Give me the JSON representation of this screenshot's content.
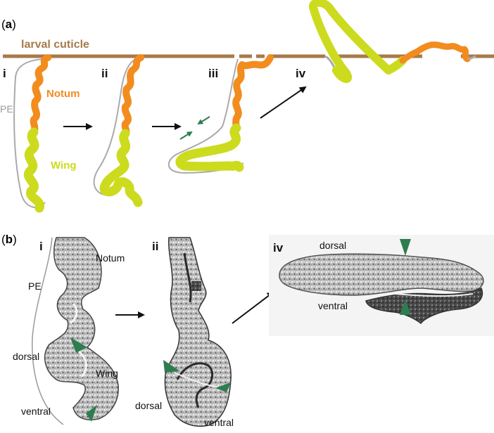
{
  "panel_a": {
    "label_open": "(",
    "label_letter": "a",
    "label_close": ")",
    "cuticle_label": "larval cuticle",
    "stages": [
      "i",
      "ii",
      "iii",
      "iv"
    ],
    "pe_label": "PE",
    "notum_label": "Notum",
    "wing_label": "Wing",
    "colors": {
      "cuticle": "#a87a4a",
      "notum": "#f28c1e",
      "wing": "#ccdb1e",
      "membrane": "#aaaaaa",
      "marker": "#2e7d4f"
    }
  },
  "panel_b": {
    "label_open": "(",
    "label_letter": "b",
    "label_close": ")",
    "stage_i": "i",
    "stage_ii": "ii",
    "stage_iv": "iv",
    "i_notum": "Notum",
    "i_pe": "PE",
    "i_dorsal": "dorsal",
    "i_wing": "Wing",
    "i_ventral": "ventral",
    "ii_dorsal": "dorsal",
    "ii_ventral": "ventral",
    "iv_dorsal": "dorsal",
    "iv_ventral": "ventral"
  }
}
